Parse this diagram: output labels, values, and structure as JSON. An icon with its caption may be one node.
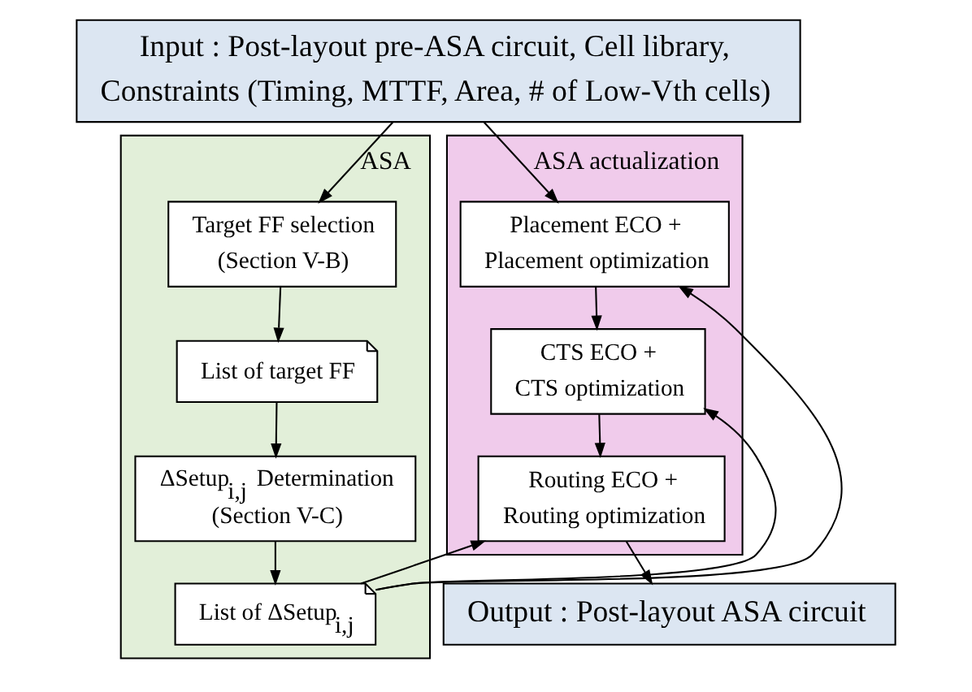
{
  "diagram": {
    "nodes": [
      {
        "text": [
          "Input : Post-layout pre-ASA circuit, Cell library, Constraints (Timing, MTTF, Area, # of Low-Vth cells)"
        ]
      },
      {
        "text": [
          "ASA"
        ]
      },
      {
        "text": [
          "Target FF selection (Section V-B)"
        ],
        "in": 1
      },
      {
        "text": [
          "List of target FF"
        ],
        "in": 1
      },
      {
        "text": [
          "ΔSetup$_{i,j}$ Determination (Section V-C)"
        ],
        "in": 1
      },
      {
        "text": [
          "List of ΔSetup$_{i,j}$"
        ],
        "in": 1
      },
      {
        "text": [
          "ASA actualization"
        ]
      },
      {
        "text": [
          "Placement ECO + Placement optimization"
        ],
        "in": 6
      },
      {
        "text": [
          "CTS ECO + CTS optimization"
        ],
        "in": 6
      },
      {
        "text": [
          "Routing ECO + Routing optimization"
        ],
        "in": 6
      },
      {
        "text": [
          "Output : Post-layout ASA circuit"
        ]
      }
    ],
    "edges": [
      {
        "from": 0,
        "to": 2,
        "arrow": "to"
      },
      {
        "from": 0,
        "to": 7,
        "arrow": "to"
      },
      {
        "from": 2,
        "to": 3,
        "arrow": "to"
      },
      {
        "from": 3,
        "to": 4,
        "arrow": "to"
      },
      {
        "from": 4,
        "to": 5,
        "arrow": "to"
      },
      {
        "from": 5,
        "to": 7,
        "arrow": "to"
      },
      {
        "from": 5,
        "to": 8,
        "arrow": "to"
      },
      {
        "from": 5,
        "to": 9,
        "arrow": "to"
      },
      {
        "from": 7,
        "to": 8,
        "arrow": "to"
      },
      {
        "from": 8,
        "to": 9,
        "arrow": "to"
      },
      {
        "from": 9,
        "to": 10,
        "arrow": "to"
      }
    ]
  }
}
